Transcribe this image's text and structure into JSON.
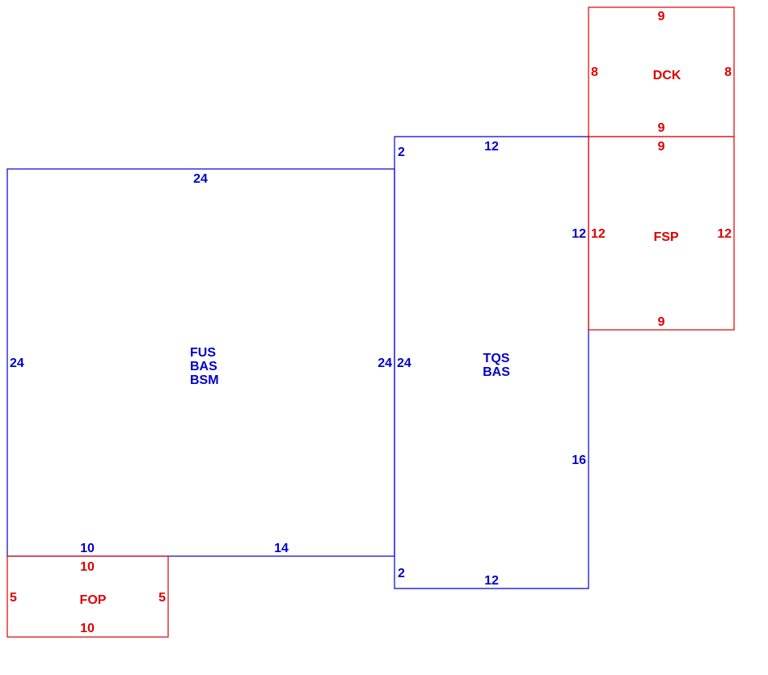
{
  "colors": {
    "living": "#0000CC",
    "exterior": "#DD0000"
  },
  "areas": [
    {
      "id": "main",
      "kind": "living",
      "codes": [
        "FUS",
        "BAS",
        "BSM"
      ],
      "dims": {
        "top": "24",
        "left": "24",
        "right": "24",
        "bottom_a": "10",
        "bottom_b": "14"
      }
    },
    {
      "id": "tqs",
      "kind": "living",
      "codes": [
        "TQS",
        "BAS"
      ],
      "dims": {
        "top": "12",
        "left_top": "2",
        "left": "24",
        "left_bottom": "2",
        "right_a": "12",
        "right_b": "16",
        "bottom": "12"
      }
    },
    {
      "id": "dck",
      "kind": "exterior",
      "codes": [
        "DCK"
      ],
      "dims": {
        "top": "9",
        "left": "8",
        "right": "8",
        "bottom": "9"
      }
    },
    {
      "id": "fsp",
      "kind": "exterior",
      "codes": [
        "FSP"
      ],
      "dims": {
        "top": "9",
        "left": "12",
        "right": "12",
        "bottom": "9"
      }
    },
    {
      "id": "fop",
      "kind": "exterior",
      "codes": [
        "FOP"
      ],
      "dims": {
        "top": "10",
        "left": "5",
        "right": "5",
        "bottom": "10"
      }
    }
  ]
}
